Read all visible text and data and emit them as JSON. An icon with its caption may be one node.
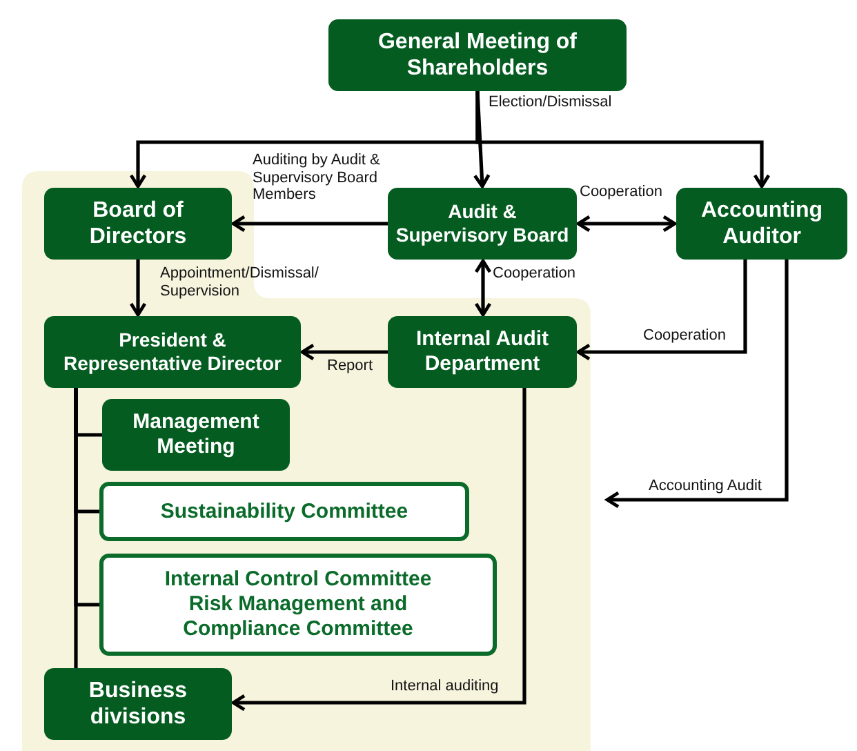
{
  "diagram": {
    "nodes": [
      {
        "text": [
          "General Meeting of Shareholders"
        ]
      },
      {
        "text": [
          "Board of Directors"
        ]
      },
      {
        "text": [
          "Audit & Supervisory Board"
        ]
      },
      {
        "text": [
          "Accounting Auditor"
        ]
      },
      {
        "text": [
          "President & Representative Director"
        ]
      },
      {
        "text": [
          "Internal Audit Department"
        ]
      },
      {
        "text": [
          "Management Meeting"
        ]
      },
      {
        "text": [
          "Sustainability Committee"
        ]
      },
      {
        "text": [
          "Internal Control Committee",
          "Risk Management and Compliance Committee"
        ]
      },
      {
        "text": [
          "Business divisions"
        ]
      }
    ],
    "edges": [
      {
        "from": 0,
        "to": 1,
        "arrow": "to"
      },
      {
        "from": 0,
        "to": 2,
        "arrow": "to",
        "label": "Election/Dismissal"
      },
      {
        "from": 0,
        "to": 3,
        "arrow": "to"
      },
      {
        "from": 2,
        "to": 1,
        "arrow": "to",
        "label": "Auditing by Audit & Supervisory Board Members"
      },
      {
        "from": 2,
        "to": 3,
        "arrow": "both",
        "label": "Cooperation"
      },
      {
        "from": 1,
        "to": 4,
        "arrow": "to",
        "label": "Appointment/Dismissal/ Supervision"
      },
      {
        "from": 2,
        "to": 5,
        "arrow": "both",
        "label": "Cooperation"
      },
      {
        "from": 5,
        "to": 4,
        "arrow": "to",
        "label": "Report"
      },
      {
        "from": 3,
        "to": 5,
        "arrow": "to",
        "label": "Cooperation"
      },
      {
        "from": 3,
        "to": null,
        "arrow": "to",
        "label": "Accounting Audit"
      },
      {
        "from": 5,
        "to": 9,
        "arrow": "to",
        "label": "Internal auditing"
      },
      {
        "from": 4,
        "to": 6,
        "arrow": "none"
      },
      {
        "from": 4,
        "to": 7,
        "arrow": "none"
      },
      {
        "from": 4,
        "to": 8,
        "arrow": "none"
      },
      {
        "from": 4,
        "to": 9,
        "arrow": "none"
      }
    ]
  }
}
